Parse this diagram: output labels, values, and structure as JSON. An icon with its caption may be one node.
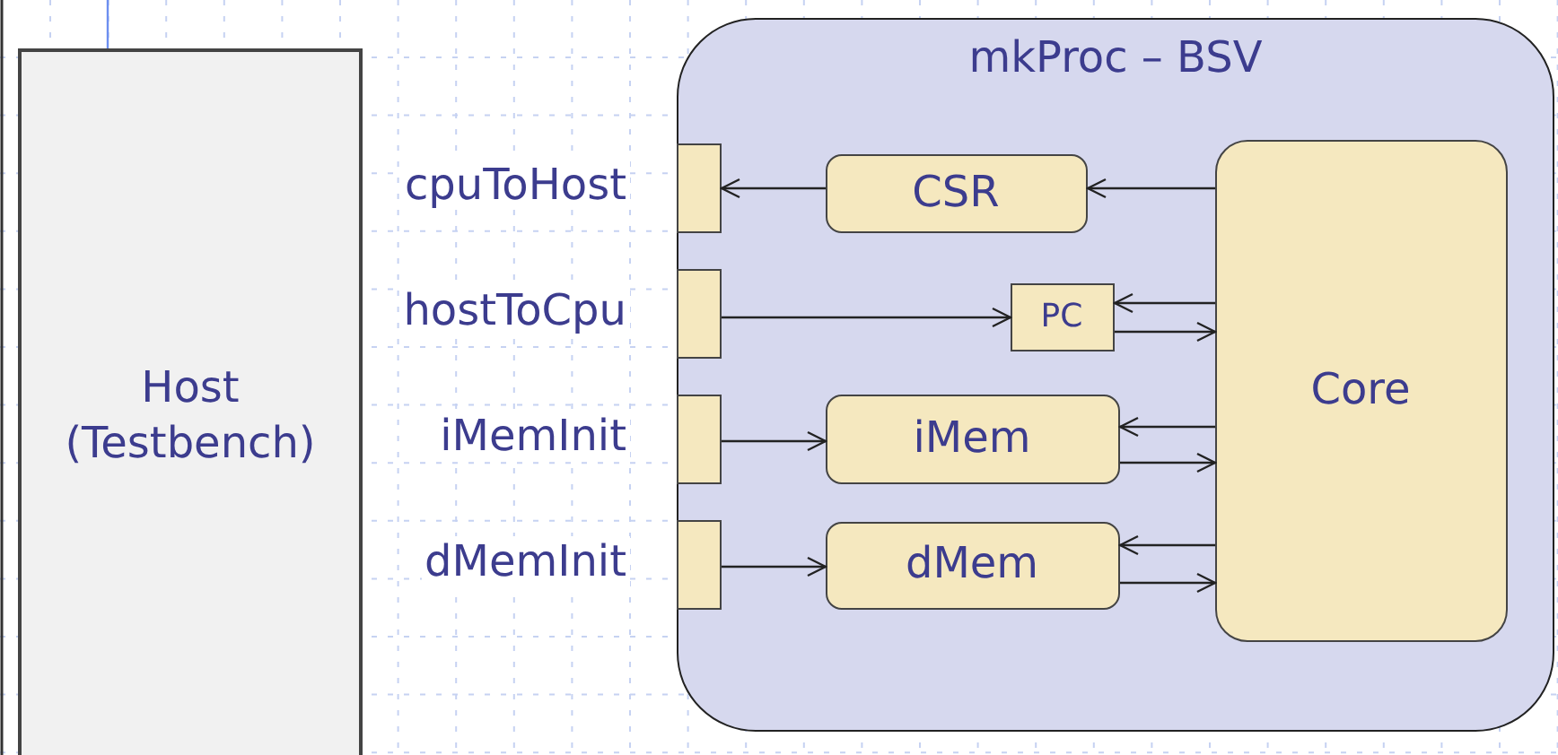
{
  "diagram": {
    "nodes": [
      {
        "text": [
          "Host (Testbench)"
        ]
      },
      {
        "text": [
          "mkProc – BSV"
        ]
      },
      {
        "text": [],
        "shape": "box",
        "in": 1,
        "beside": [
          "cpuToHost"
        ]
      },
      {
        "text": [],
        "shape": "box",
        "in": 1,
        "beside": [
          "hostToCpu"
        ]
      },
      {
        "text": [],
        "shape": "box",
        "in": 1,
        "beside": [
          "iMemInit"
        ]
      },
      {
        "text": [],
        "shape": "box",
        "in": 1,
        "beside": [
          "dMemInit"
        ]
      },
      {
        "text": [
          "CSR"
        ],
        "in": 1
      },
      {
        "text": [
          "PC"
        ],
        "in": 1
      },
      {
        "text": [
          "iMem"
        ],
        "in": 1
      },
      {
        "text": [
          "dMem"
        ],
        "in": 1
      },
      {
        "text": [
          "Core"
        ],
        "in": 1
      }
    ],
    "edges": [
      {
        "from": 6,
        "to": 2,
        "arrow": "to"
      },
      {
        "from": 10,
        "to": 6,
        "arrow": "to"
      },
      {
        "from": 3,
        "to": 7,
        "arrow": "to"
      },
      {
        "from": 10,
        "to": 7,
        "arrow": "to"
      },
      {
        "from": 7,
        "to": 10,
        "arrow": "to"
      },
      {
        "from": 4,
        "to": 8,
        "arrow": "to"
      },
      {
        "from": 10,
        "to": 8,
        "arrow": "to"
      },
      {
        "from": 8,
        "to": 10,
        "arrow": "to"
      },
      {
        "from": 5,
        "to": 9,
        "arrow": "to"
      },
      {
        "from": 10,
        "to": 9,
        "arrow": "to"
      },
      {
        "from": 9,
        "to": 10,
        "arrow": "to"
      }
    ]
  }
}
